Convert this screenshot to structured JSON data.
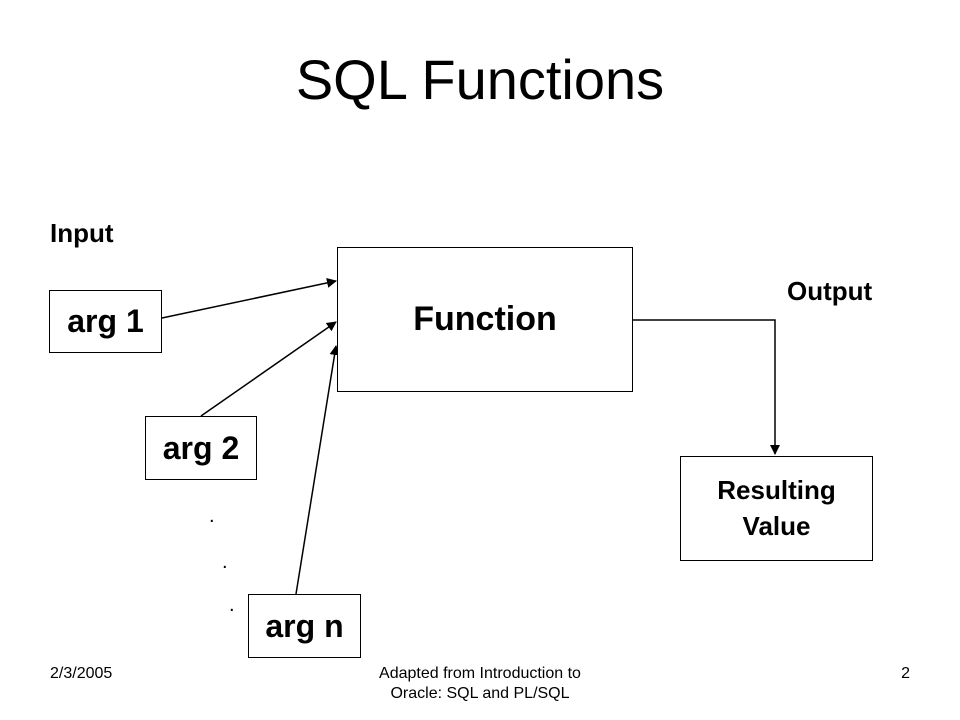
{
  "title": "SQL Functions",
  "diagram": {
    "input_label": "Input",
    "output_label": "Output",
    "function_box": "Function",
    "args": [
      "arg 1",
      "arg 2",
      "arg n"
    ],
    "ellipsis": [
      ".",
      ".",
      "."
    ],
    "result_box_line1": "Resulting",
    "result_box_line2": "Value"
  },
  "footer": {
    "date": "2/3/2005",
    "source_line1": "Adapted from Introduction to",
    "source_line2": "Oracle: SQL and PL/SQL",
    "page_number": "2"
  }
}
